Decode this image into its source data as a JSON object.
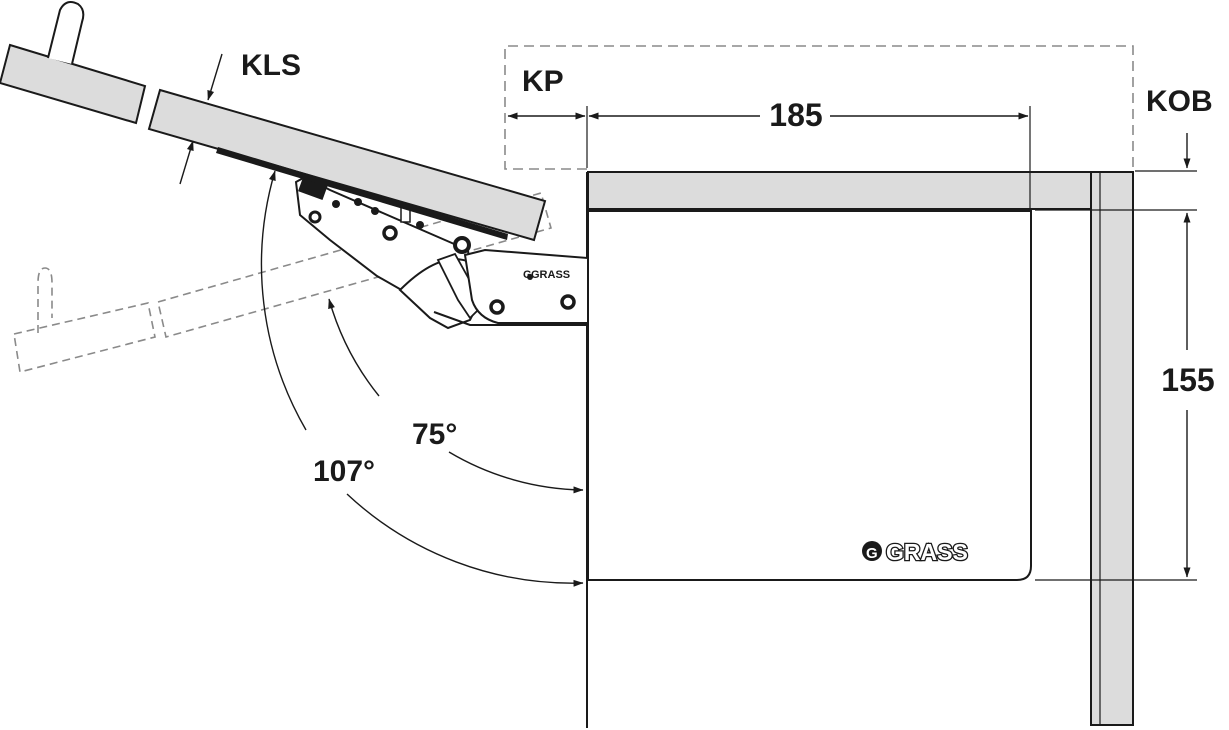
{
  "labels": {
    "kls": "KLS",
    "kp": "KP",
    "kob": "KOB",
    "width_dim": "185",
    "height_dim": "155",
    "angle_small": "75°",
    "angle_large": "107°"
  },
  "brand": {
    "large_logo": "GRASS",
    "small_logo": "GRASS",
    "logo_mark": "G"
  },
  "colors": {
    "line": "#1a1a1a",
    "panel_fill": "#dcdcdc",
    "dashed": "#8a8a8a",
    "background": "#ffffff"
  }
}
